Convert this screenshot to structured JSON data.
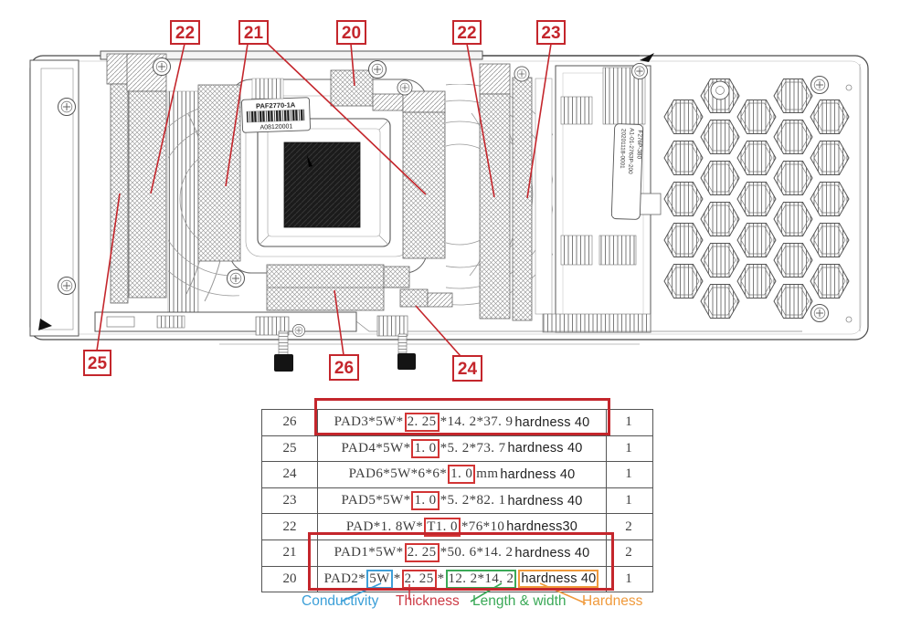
{
  "diagram": {
    "part_labels": {
      "heatsink_label_model": "PAF2770-1A",
      "heatsink_label_serial": "A08120001",
      "board_label_line1": "F276P-380",
      "board_label_line2": "A1-01-2763P-200",
      "board_label_line3": "20201118-0001"
    },
    "callouts": [
      {
        "label": "22"
      },
      {
        "label": "21"
      },
      {
        "label": "20"
      },
      {
        "label": "22"
      },
      {
        "label": "23"
      },
      {
        "label": "25"
      },
      {
        "label": "26"
      },
      {
        "label": "24"
      }
    ]
  },
  "table": {
    "rows": [
      {
        "ref": "26",
        "qty": "1",
        "segments": [
          {
            "text": "PAD3*5W*"
          },
          {
            "text": "2. 25",
            "box": "red"
          },
          {
            "text": "*14. 2*37. 9"
          },
          {
            "text": "hardness 40",
            "style": "hardness"
          }
        ]
      },
      {
        "ref": "25",
        "qty": "1",
        "segments": [
          {
            "text": "PAD4*5W*"
          },
          {
            "text": "1. 0",
            "box": "red"
          },
          {
            "text": "*5. 2*73. 7"
          },
          {
            "text": "hardness 40",
            "style": "hardness"
          }
        ]
      },
      {
        "ref": "24",
        "qty": "1",
        "segments": [
          {
            "text": "PAD6*5W*6*6*"
          },
          {
            "text": "1. 0",
            "box": "red"
          },
          {
            "text": "mm"
          },
          {
            "text": "hardness 40",
            "style": "hardness"
          }
        ]
      },
      {
        "ref": "23",
        "qty": "1",
        "segments": [
          {
            "text": "PAD5*5W*"
          },
          {
            "text": "1. 0",
            "box": "red"
          },
          {
            "text": "*5. 2*82. 1"
          },
          {
            "text": "hardness 40",
            "style": "hardness"
          }
        ]
      },
      {
        "ref": "22",
        "qty": "2",
        "segments": [
          {
            "text": "PAD*1. 8W*"
          },
          {
            "text": "T1. 0",
            "box": "red"
          },
          {
            "text": "*76*10"
          },
          {
            "text": "hardness30",
            "style": "hardness"
          }
        ]
      },
      {
        "ref": "21",
        "qty": "2",
        "segments": [
          {
            "text": "PAD1*5W*"
          },
          {
            "text": "2. 25",
            "box": "red"
          },
          {
            "text": "*50. 6*14. 2"
          },
          {
            "text": "hardness 40",
            "style": "hardness"
          }
        ]
      },
      {
        "ref": "20",
        "qty": "1",
        "segments": [
          {
            "text": "PAD2*"
          },
          {
            "text": "5W",
            "box": "blue"
          },
          {
            "text": "*"
          },
          {
            "text": "2. 25",
            "box": "red"
          },
          {
            "text": "*"
          },
          {
            "text": "12. 2*14. 2",
            "box": "green"
          },
          {
            "text": "hardness 40",
            "box": "orange",
            "style": "hardness"
          }
        ]
      }
    ]
  },
  "legend": {
    "items": [
      {
        "label": "Conductivity",
        "color": "#3b9fd8"
      },
      {
        "label": "Thickness",
        "color": "#cd3a45"
      },
      {
        "label": "Length & width",
        "color": "#3aa957"
      },
      {
        "label": "Hardness",
        "color": "#f09a3c"
      }
    ]
  },
  "colors": {
    "callout_red": "#c4262c",
    "highlight_red": "#d23535",
    "highlight_blue": "#3f9fd8",
    "highlight_green": "#3aa957",
    "highlight_orange": "#f09a3c"
  }
}
